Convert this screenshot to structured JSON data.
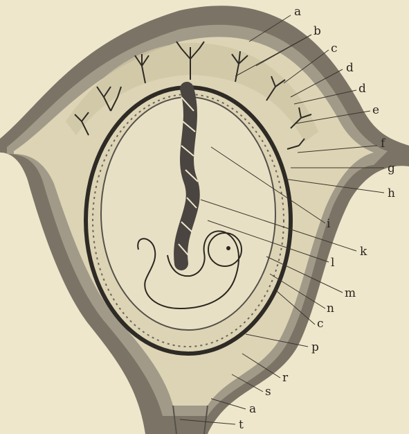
{
  "figure": {
    "labels": [
      {
        "id": "a-top",
        "text": "a"
      },
      {
        "id": "b",
        "text": "b"
      },
      {
        "id": "c-top",
        "text": "c"
      },
      {
        "id": "d1",
        "text": "d"
      },
      {
        "id": "d2",
        "text": "d"
      },
      {
        "id": "e",
        "text": "e"
      },
      {
        "id": "f",
        "text": "f"
      },
      {
        "id": "g",
        "text": "g"
      },
      {
        "id": "h",
        "text": "h"
      },
      {
        "id": "i",
        "text": "i"
      },
      {
        "id": "k",
        "text": "k"
      },
      {
        "id": "l",
        "text": "l"
      },
      {
        "id": "m",
        "text": "m"
      },
      {
        "id": "n",
        "text": "n"
      },
      {
        "id": "c-bottom",
        "text": "c"
      },
      {
        "id": "p",
        "text": "p"
      },
      {
        "id": "r",
        "text": "r"
      },
      {
        "id": "s",
        "text": "s"
      },
      {
        "id": "a-bottom",
        "text": "a"
      },
      {
        "id": "t",
        "text": "t"
      }
    ],
    "colors": {
      "background": "#efe7cc",
      "uterine_wall": "#7b7466",
      "uterine_wall_inner": "#a29a88",
      "decidua": "#ddd4b5",
      "placenta_stipple": "#cfc5a6",
      "chorion": "#2e2a25",
      "amnion": "#55504a",
      "cord": "#4a4540",
      "ink": "#2b2620"
    }
  }
}
